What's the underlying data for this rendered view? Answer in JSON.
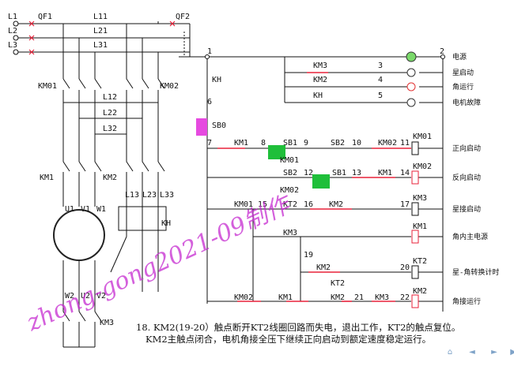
{
  "supply": {
    "l1": "L1",
    "l2": "L2",
    "l3": "L3",
    "qf1": "QF1",
    "qf2": "QF2",
    "l11": "L11",
    "l21": "L21",
    "l31": "L31"
  },
  "main_circuit": {
    "km01": "KM01",
    "km02_top": "KM02",
    "l12": "L12",
    "l22": "L22",
    "l32": "L32",
    "km1": "KM1",
    "km2": "KM2",
    "l13": "L13",
    "l23": "L23",
    "l33": "L33",
    "kh": "KH",
    "u1": "U1",
    "v1": "V1",
    "w1": "W1",
    "w2": "W2",
    "u2": "U2",
    "v2": "V2",
    "km3": "KM3"
  },
  "control": {
    "node1": "1",
    "node2": "2",
    "node3": "3",
    "node4": "4",
    "node5": "5",
    "node6": "6",
    "node7": "7",
    "node8": "8",
    "node9": "9",
    "node10": "10",
    "node11": "11",
    "node12": "12",
    "node13": "13",
    "node14": "14",
    "node15": "15",
    "node16": "16",
    "node17": "17",
    "node19": "19",
    "node20": "20",
    "node21": "21",
    "node22": "22",
    "kh_a": "KH",
    "kh_b": "KH",
    "sb0": "SB0",
    "km3_ind": "KM3",
    "km2_ind": "KM2",
    "kh_ind": "KH",
    "r1_km1": "KM1",
    "r1_sb1": "SB1",
    "r1_sb2": "SB2",
    "r1_km02": "KM02",
    "r1_km01": "KM01",
    "r2_sb2": "SB2",
    "r2_sb1": "SB1",
    "r2_km1": "KM1",
    "r2_km02": "KM02",
    "r3_km01": "KM01",
    "r3_kt2": "KT2",
    "r3_km2": "KM2",
    "r4_km3": "KM3",
    "r5_km2": "KM2",
    "r6_kt2": "KT2",
    "r6_km02": "KM02",
    "r6_km1": "KM1",
    "r6_km2": "KM2",
    "r6_km3": "KM3",
    "coil_km01": "KM01",
    "coil_km02": "KM02",
    "coil_km3": "KM3",
    "coil_km1": "KM1",
    "coil_kt2": "KT2",
    "coil_km2": "KM2"
  },
  "labels": {
    "power": "电源",
    "star_start": "星启动",
    "delta_run": "角运行",
    "motor_fault": "电机故障",
    "fwd_start": "正向启动",
    "rev_start": "反向启动",
    "star_contactor": "星接启动",
    "delta_main": "角内主电源",
    "star_delta_timer": "星-角转换计时",
    "delta_running": "角接运行"
  },
  "watermark": "zhong-gong2021-09制作",
  "caption": {
    "line1": "18. KM2(19-20）触点断开KT2线圈回路而失电，退出工作，KT2的触点复位。",
    "line2": "KM2主触点闭合，电机角接全压下继续正向启动到额定速度稳定运行。"
  },
  "nav": {
    "home": "⌂",
    "prev": "◄",
    "next": "►",
    "end": "▶▶"
  },
  "colors": {
    "wire": "#111111",
    "active": "#e8223a",
    "highlight_green": "#1fbf3a",
    "highlight_magenta": "#e64ae0",
    "watermark": "#c52bd0",
    "lamp_green": "#7ad96a",
    "lamp_red": "#e23434"
  }
}
